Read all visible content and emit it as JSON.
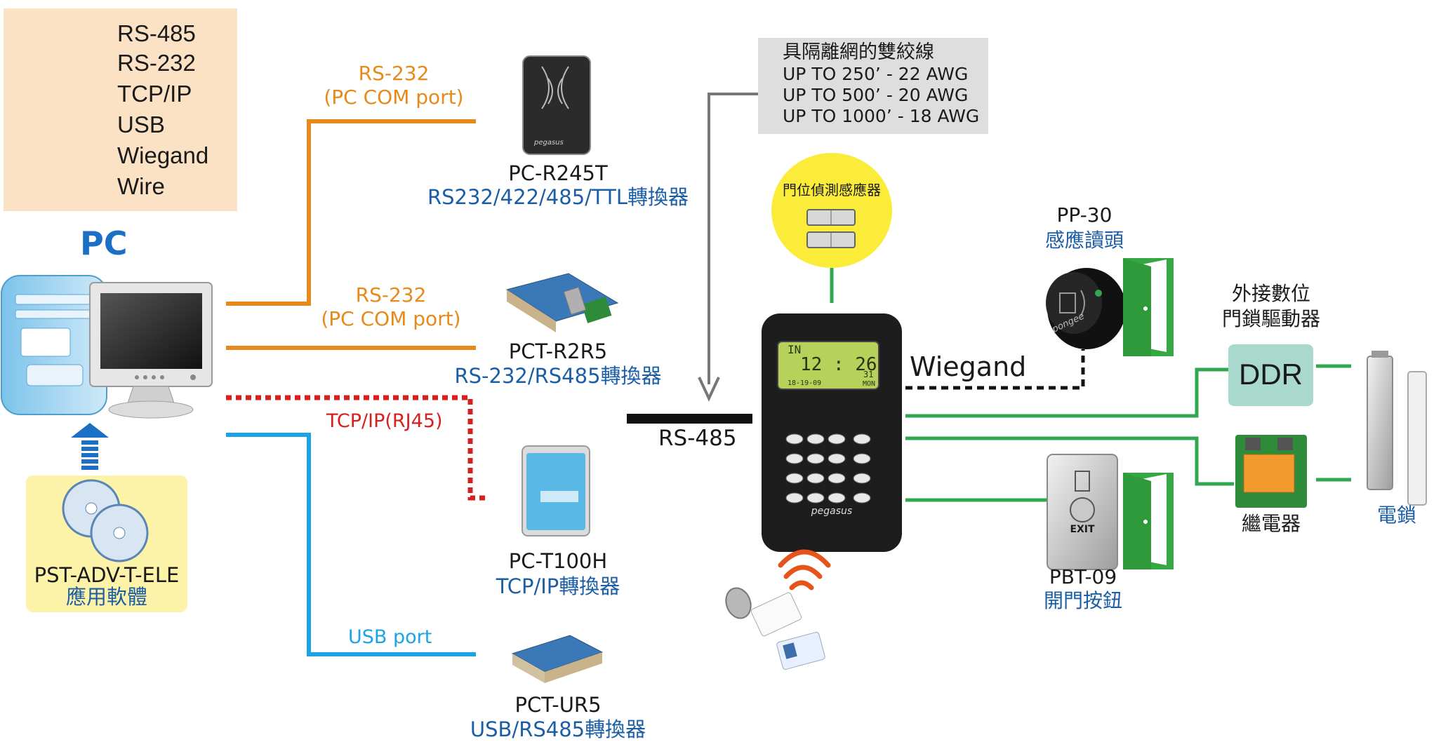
{
  "legend": {
    "rs485": "RS-485",
    "rs232": "RS-232",
    "tcpip": "TCP/IP",
    "usb": "USB",
    "wiegand": "Wiegand",
    "wire": "Wire"
  },
  "colors": {
    "rs485": "#111111",
    "rs232": "#e88a1b",
    "tcpip": "#d62020",
    "usb": "#1aa4e6",
    "wiegand": "#111111",
    "wire": "#2fa84f",
    "label_blue": "#1b5ea6",
    "legend_bg": "#fbe2c5",
    "software_bg": "#fdf3a8",
    "sensor_bg": "#fbec3a",
    "ddr_bg": "#a8d9cc",
    "cable_box_bg": "#dedede",
    "door_green": "#35a844"
  },
  "pc": {
    "title": "PC",
    "software_name": "PST-ADV-T-ELE",
    "software_desc": "應用軟體"
  },
  "links": {
    "rs232_1": "RS-232",
    "rs232_1_sub": "(PC COM port)",
    "rs232_2": "RS-232",
    "rs232_2_sub": "(PC COM port)",
    "tcpip": "TCP/IP(RJ45)",
    "usb": "USB port",
    "rs485": "RS-485",
    "wiegand": "Wiegand"
  },
  "devices": {
    "r245t_name": "PC-R245T",
    "r245t_desc": "RS232/422/485/TTL轉換器",
    "r2r5_name": "PCT-R2R5",
    "r2r5_desc": "RS-232/RS485轉換器",
    "t100h_name": "PC-T100H",
    "t100h_desc": "TCP/IP轉換器",
    "ur5_name": "PCT-UR5",
    "ur5_desc": "USB/RS485轉換器"
  },
  "cable": {
    "title": "具隔離網的雙絞線",
    "line1": "UP TO 250’ - 22 AWG",
    "line2": "UP TO 500’ - 20 AWG",
    "line3": "UP TO 1000’ - 18 AWG"
  },
  "sensor": {
    "label": "門位偵測感應器"
  },
  "controller": {
    "screen_in": "IN",
    "screen_time": "12 : 26",
    "screen_date": "18-19-09",
    "screen_day_num": "31",
    "screen_day": "MON",
    "brand": "pegasus"
  },
  "reader": {
    "name": "PP-30",
    "desc": "感應讀頭",
    "brand": "pongee"
  },
  "button": {
    "name": "PBT-09",
    "desc": "開門按鈕",
    "exit": "EXIT"
  },
  "ddr": {
    "label": "DDR",
    "title_line1": "外接數位",
    "title_line2": "門鎖驅動器"
  },
  "relay": {
    "desc": "繼電器"
  },
  "lock": {
    "desc": "電鎖"
  }
}
